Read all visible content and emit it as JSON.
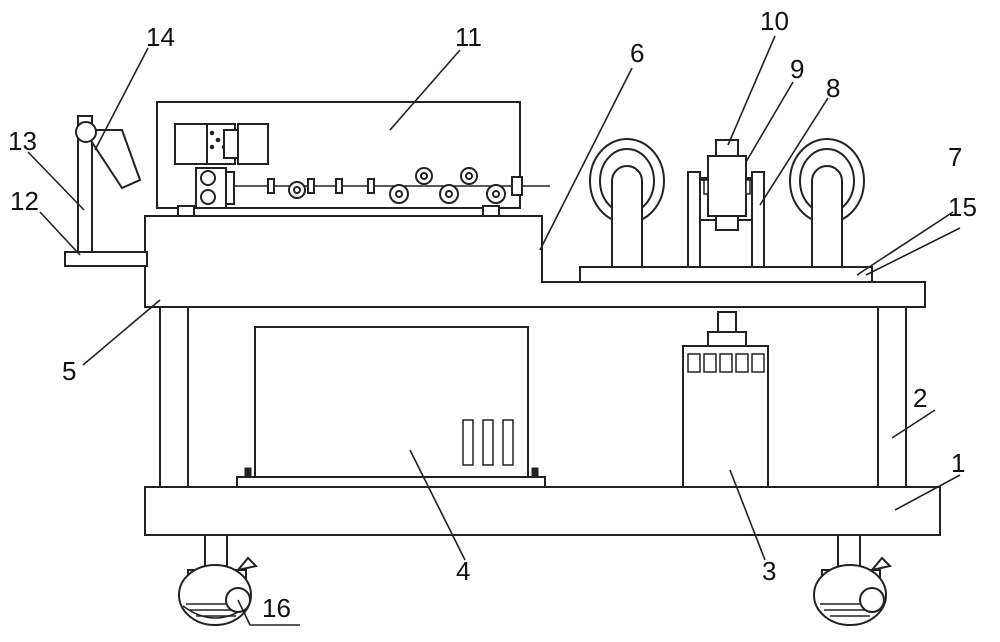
{
  "callouts": [
    "1",
    "2",
    "3",
    "4",
    "5",
    "6",
    "7",
    "8",
    "9",
    "10",
    "11",
    "12",
    "13",
    "14",
    "15",
    "16"
  ]
}
